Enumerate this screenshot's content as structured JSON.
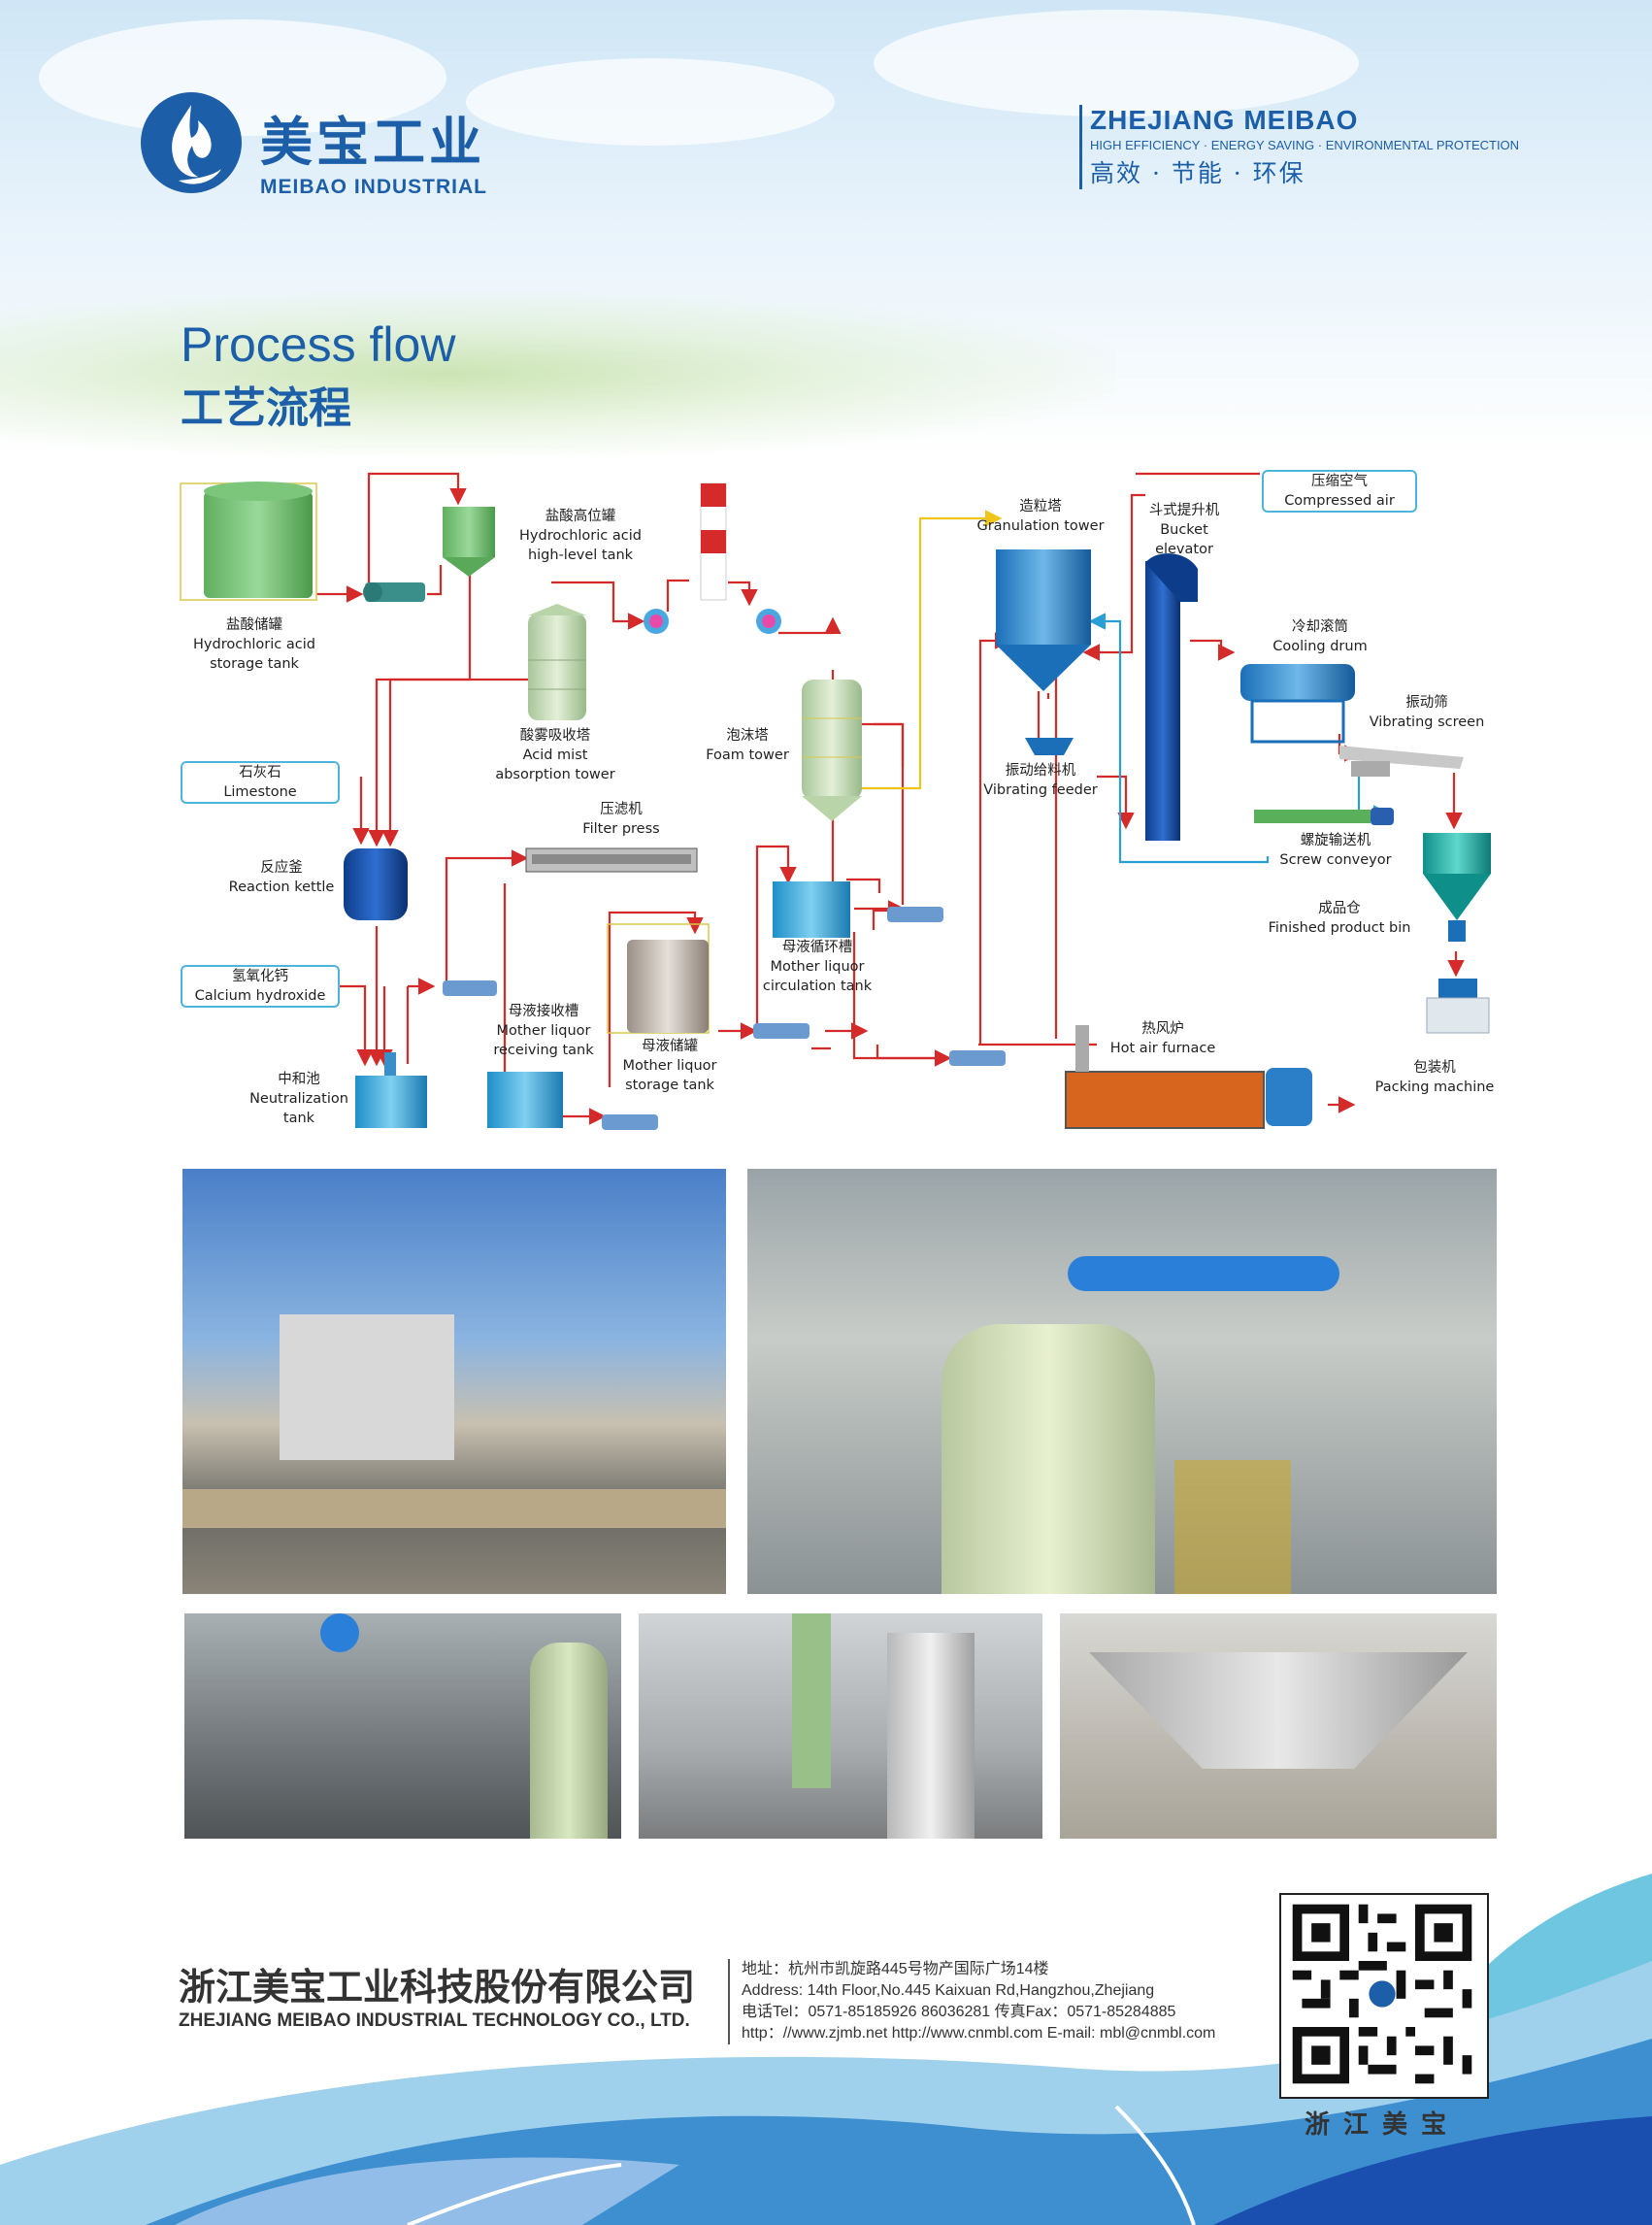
{
  "header": {
    "logo_cn": "美宝工业",
    "logo_en": "MEIBAO INDUSTRIAL",
    "brand_title": "ZHEJIANG MEIBAO",
    "brand_subtitle": "HIGH EFFICIENCY · ENERGY SAVING · ENVIRONMENTAL  PROTECTION",
    "brand_cn": "高效 · 节能 · 环保"
  },
  "section": {
    "title_en": "Process flow",
    "title_cn": "工艺流程"
  },
  "diagram": {
    "labels": {
      "hcl_storage": [
        "盐酸储罐",
        "Hydrochloric acid",
        "storage tank"
      ],
      "hcl_high": [
        "盐酸高位罐",
        "Hydrochloric acid",
        "high-level tank"
      ],
      "acid_mist": [
        "酸雾吸收塔",
        "Acid mist",
        "absorption tower"
      ],
      "limestone": [
        "石灰石",
        "Limestone"
      ],
      "reaction": [
        "反应釜",
        "Reaction kettle"
      ],
      "calcium": [
        "氢氧化钙",
        "Calcium hydroxide"
      ],
      "neutral": [
        "中和池",
        "Neutralization",
        "tank"
      ],
      "filter": [
        "压滤机",
        "Filter press"
      ],
      "receiving": [
        "母液接收槽",
        "Mother liquor",
        "receiving tank"
      ],
      "storage": [
        "母液储罐",
        "Mother liquor",
        "storage tank"
      ],
      "foam": [
        "泡沫塔",
        "Foam tower"
      ],
      "circulation": [
        "母液循环槽",
        "Mother liquor",
        "circulation tank"
      ],
      "granulation": [
        "造粒塔",
        "Granulation tower"
      ],
      "vib_feeder": [
        "振动给料机",
        "Vibrating feeder"
      ],
      "bucket": [
        "斗式提升机",
        "Bucket",
        "elevator"
      ],
      "compressed": [
        "压缩空气",
        "Compressed air"
      ],
      "cooling": [
        "冷却滚筒",
        "Cooling drum"
      ],
      "vib_screen": [
        "振动筛",
        "Vibrating screen"
      ],
      "screw": [
        "螺旋输送机",
        "Screw conveyor"
      ],
      "product_bin": [
        "成品仓",
        "Finished product bin"
      ],
      "hot_air": [
        "热风炉",
        "Hot air furnace"
      ],
      "packing": [
        "包装机",
        "Packing machine"
      ]
    }
  },
  "photos": [
    {
      "name": "plant-exterior"
    },
    {
      "name": "tank-hall"
    },
    {
      "name": "pipe-rack"
    },
    {
      "name": "tower-room"
    },
    {
      "name": "cone-bottom"
    }
  ],
  "footer": {
    "company_cn": "浙江美宝工业科技股份有限公司",
    "company_en": "ZHEJIANG MEIBAO INDUSTRIAL TECHNOLOGY CO., LTD.",
    "address_cn": "地址：杭州市凯旋路445号物产国际广场14楼",
    "address_en": "Address: 14th Floor,No.445 Kaixuan Rd,Hangzhou,Zhejiang",
    "phone": "电话Tel：0571-85185926    86036281     传真Fax：0571-85284885",
    "web": "http：//www.zjmb.net       http://www.cnmbl.com      E-mail: mbl@cnmbl.com",
    "qr_label": "浙江美宝"
  },
  "colors": {
    "brand_blue": "#1c5fa8",
    "flow_red": "#d42a2a",
    "flow_blue": "#2a9fd6",
    "flow_yellow": "#f0c419",
    "label_border": "#4db4dc"
  }
}
